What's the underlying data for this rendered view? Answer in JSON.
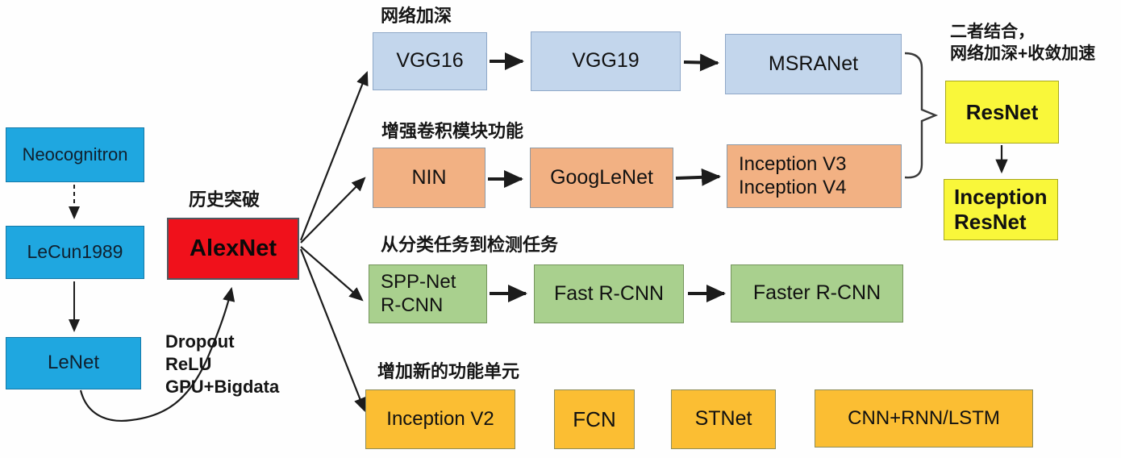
{
  "diagram_title": "CNN architecture evolution diagram",
  "colors": {
    "history_blue": "#1fa7e0",
    "breakthrough_red": "#f0111b",
    "deepen_paleblue": "#c3d6ec",
    "conv_orange": "#f2b183",
    "detect_green": "#a9d08e",
    "units_amber": "#fbbe33",
    "combine_yellow": "#f9f73a",
    "arrow_black": "#1c1c1c"
  },
  "left_chain": {
    "nodes": [
      {
        "label": "Neocognitron"
      },
      {
        "label": "LeCun1989"
      },
      {
        "label": "LeNet"
      }
    ]
  },
  "breakthrough": {
    "caption": "历史突破",
    "node_label": "AlexNet",
    "techniques_text": "Dropout\nReLU\nGPU+Bigdata"
  },
  "branches": {
    "deepen": {
      "caption": "网络加深",
      "nodes": [
        "VGG16",
        "VGG19",
        "MSRANet"
      ]
    },
    "conv": {
      "caption": "增强卷积模块功能",
      "nodes": [
        "NIN",
        "GoogLeNet"
      ],
      "node3_line1": "Inception V3",
      "node3_line2": "Inception V4"
    },
    "detect": {
      "caption": "从分类任务到检测任务",
      "node1_line1": "SPP-Net",
      "node1_line2": "R-CNN",
      "nodes": [
        "Fast R-CNN",
        "Faster R-CNN"
      ]
    },
    "units": {
      "caption": "增加新的功能单元",
      "nodes": [
        "Inception V2",
        "FCN",
        "STNet",
        "CNN+RNN/LSTM"
      ]
    }
  },
  "combine": {
    "caption_line1": "二者结合，",
    "caption_line2": "网络加深+收敛加速",
    "node1_label": "ResNet",
    "node2_line1": "Inception",
    "node2_line2": "ResNet"
  }
}
